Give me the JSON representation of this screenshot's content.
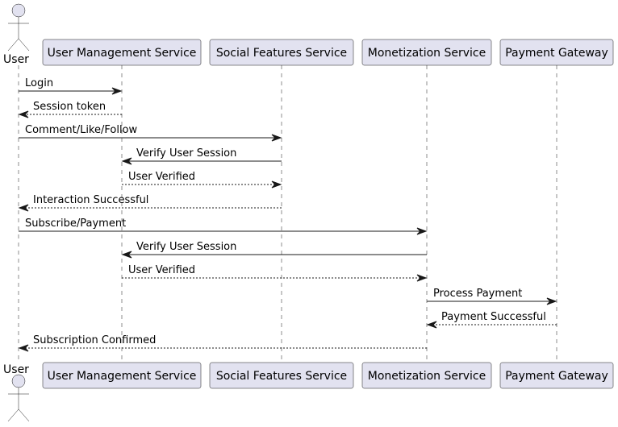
{
  "participants": [
    {
      "id": "user",
      "label": "User",
      "kind": "actor"
    },
    {
      "id": "ums",
      "label": "User Management Service",
      "kind": "box"
    },
    {
      "id": "sfs",
      "label": "Social Features Service",
      "kind": "box"
    },
    {
      "id": "ms",
      "label": "Monetization Service",
      "kind": "box"
    },
    {
      "id": "pg",
      "label": "Payment Gateway",
      "kind": "box"
    }
  ],
  "messages": [
    {
      "from": "user",
      "to": "ums",
      "label": "Login",
      "style": "solid"
    },
    {
      "from": "ums",
      "to": "user",
      "label": "Session token",
      "style": "dashed"
    },
    {
      "from": "user",
      "to": "sfs",
      "label": "Comment/Like/Follow",
      "style": "solid"
    },
    {
      "from": "sfs",
      "to": "ums",
      "label": "Verify User Session",
      "style": "solid"
    },
    {
      "from": "ums",
      "to": "sfs",
      "label": "User Verified",
      "style": "dashed"
    },
    {
      "from": "sfs",
      "to": "user",
      "label": "Interaction Successful",
      "style": "dashed"
    },
    {
      "from": "user",
      "to": "ms",
      "label": "Subscribe/Payment",
      "style": "solid"
    },
    {
      "from": "ms",
      "to": "ums",
      "label": "Verify User Session",
      "style": "solid"
    },
    {
      "from": "ums",
      "to": "ms",
      "label": "User Verified",
      "style": "dashed"
    },
    {
      "from": "ms",
      "to": "pg",
      "label": "Process Payment",
      "style": "solid"
    },
    {
      "from": "pg",
      "to": "ms",
      "label": "Payment Successful",
      "style": "dashed"
    },
    {
      "from": "ms",
      "to": "user",
      "label": "Subscription Confirmed",
      "style": "dashed"
    }
  ],
  "colors": {
    "participant_fill": "#e2e2f0",
    "participant_stroke": "#181818",
    "lifeline": "#181818",
    "arrow": "#181818"
  }
}
